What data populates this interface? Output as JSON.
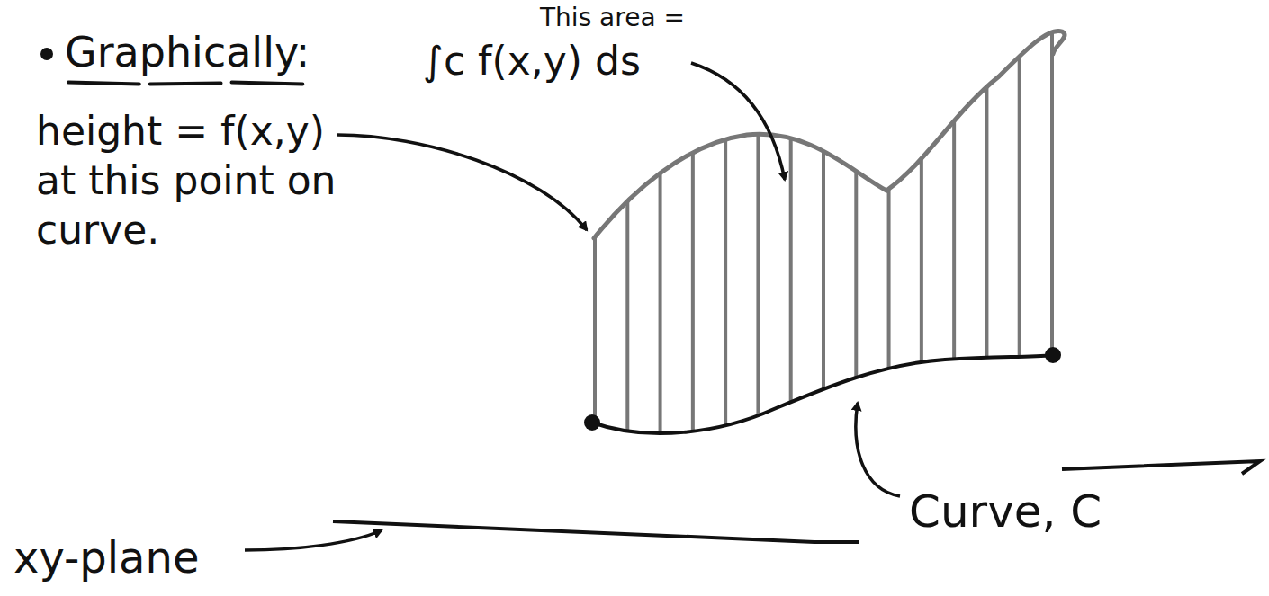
{
  "diagram": {
    "title": "Graphically:",
    "labels": [
      "This area =",
      "∫c f(x,y) ds",
      "height = f(x,y) at this point on curve.",
      "Curve, C",
      "xy-plane"
    ]
  }
}
